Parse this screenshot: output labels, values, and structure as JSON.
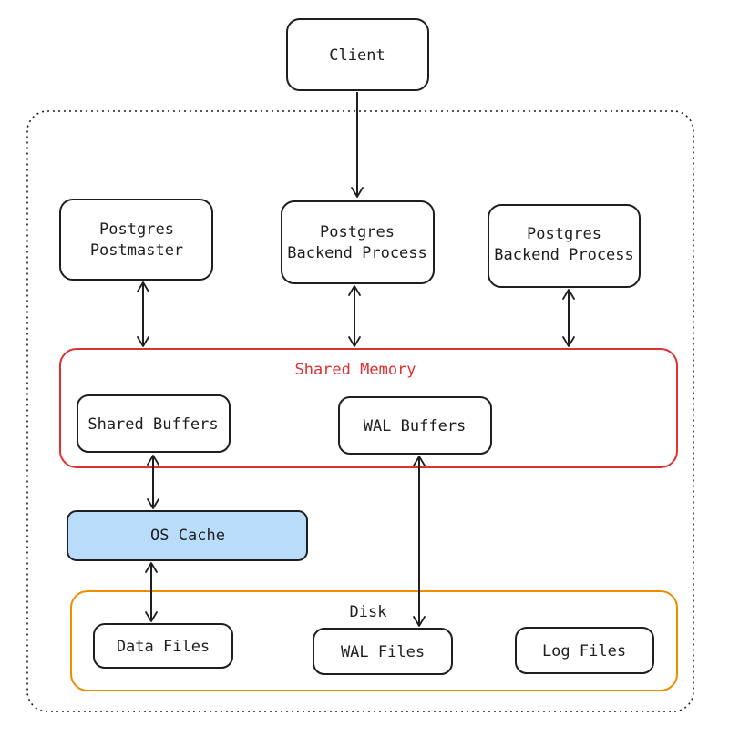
{
  "nodes": {
    "client": "Client",
    "postmaster": [
      "Postgres",
      "Postmaster"
    ],
    "backend_1": [
      "Postgres",
      "Backend Process"
    ],
    "backend_2": [
      "Postgres",
      "Backend Process"
    ],
    "shared_buffers": "Shared Buffers",
    "wal_buffers": "WAL Buffers",
    "os_cache": "OS Cache",
    "data_files": "Data Files",
    "wal_files": "WAL Files",
    "log_files": "Log Files"
  },
  "groups": {
    "shared_memory": "Shared Memory",
    "disk": "Disk"
  },
  "colors": {
    "stroke": "#1e1e1e",
    "shared_memory": "#e03131",
    "disk": "#f08c00",
    "os_cache_fill": "#b9dcfa"
  }
}
